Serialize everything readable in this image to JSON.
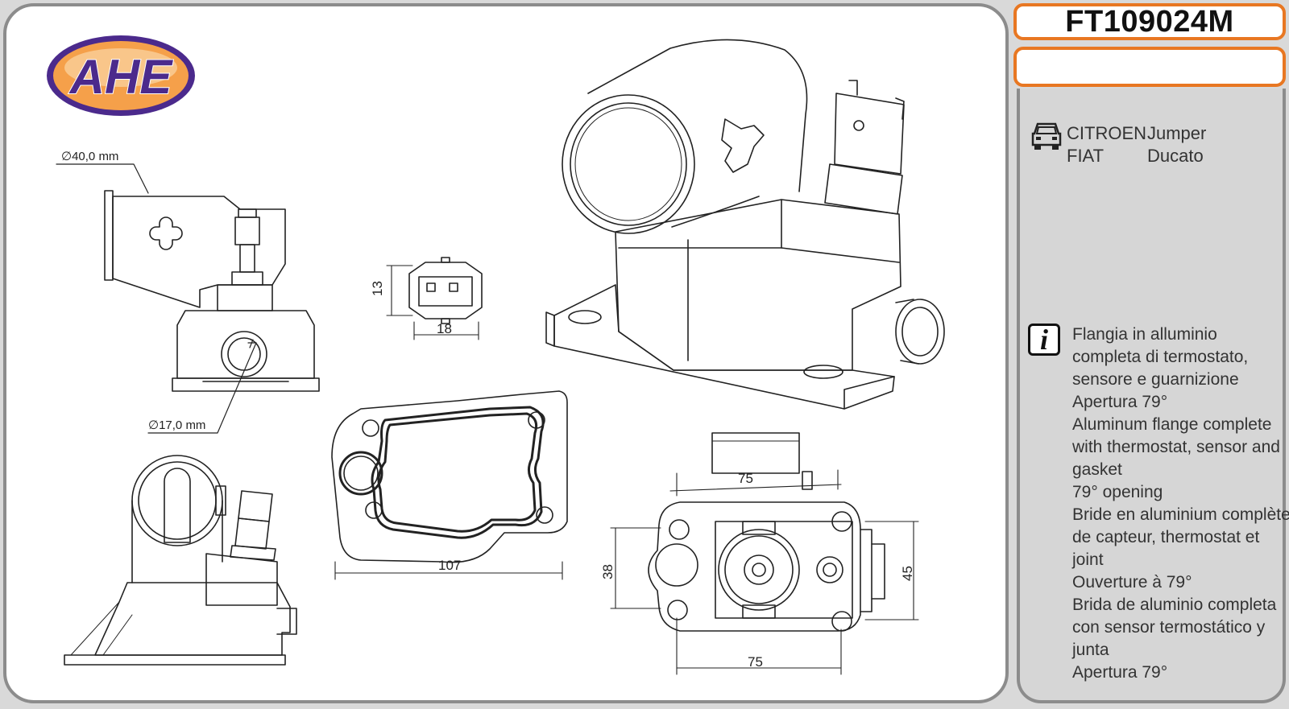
{
  "brand": {
    "logo_text": "AHE",
    "colors": {
      "logo_fill": "#f5a04a",
      "logo_ring": "#4b2a8c",
      "logo_text": "#4b2a8c",
      "accent_orange": "#e87722",
      "panel_border": "#8c8c8c"
    }
  },
  "part_code": "FT109024M",
  "vehicles": [
    {
      "make": "CITROEN",
      "model": "Jumper"
    },
    {
      "make": "FIAT",
      "model": "Ducato"
    }
  ],
  "icons": {
    "vehicle": "car-front-icon",
    "info": "info-icon"
  },
  "info_icon_glyph": "i",
  "description_lines": [
    "Flangia in alluminio",
    "completa di termostato,",
    "sensore e guarnizione",
    "Apertura 79°",
    "Aluminum flange complete",
    "with thermostat, sensor and",
    "gasket",
    "79° opening",
    "Bride en aluminium complète",
    "de capteur, thermostat et",
    "joint",
    "Ouverture à 79°",
    "Brida de aluminio completa",
    "con sensor termostático y",
    "junta",
    "Apertura 79°"
  ],
  "dimensions": {
    "outlet_diameter": "40,0 mm",
    "inlet_diameter": "17,0 mm",
    "connector_height": "13",
    "connector_width": "18",
    "gasket_width": "107",
    "flange_hole_spacing_top": "75",
    "flange_hole_spacing_bottom": "75",
    "flange_height_left": "38",
    "flange_height_right": "45"
  },
  "diameter_symbol": "∅"
}
